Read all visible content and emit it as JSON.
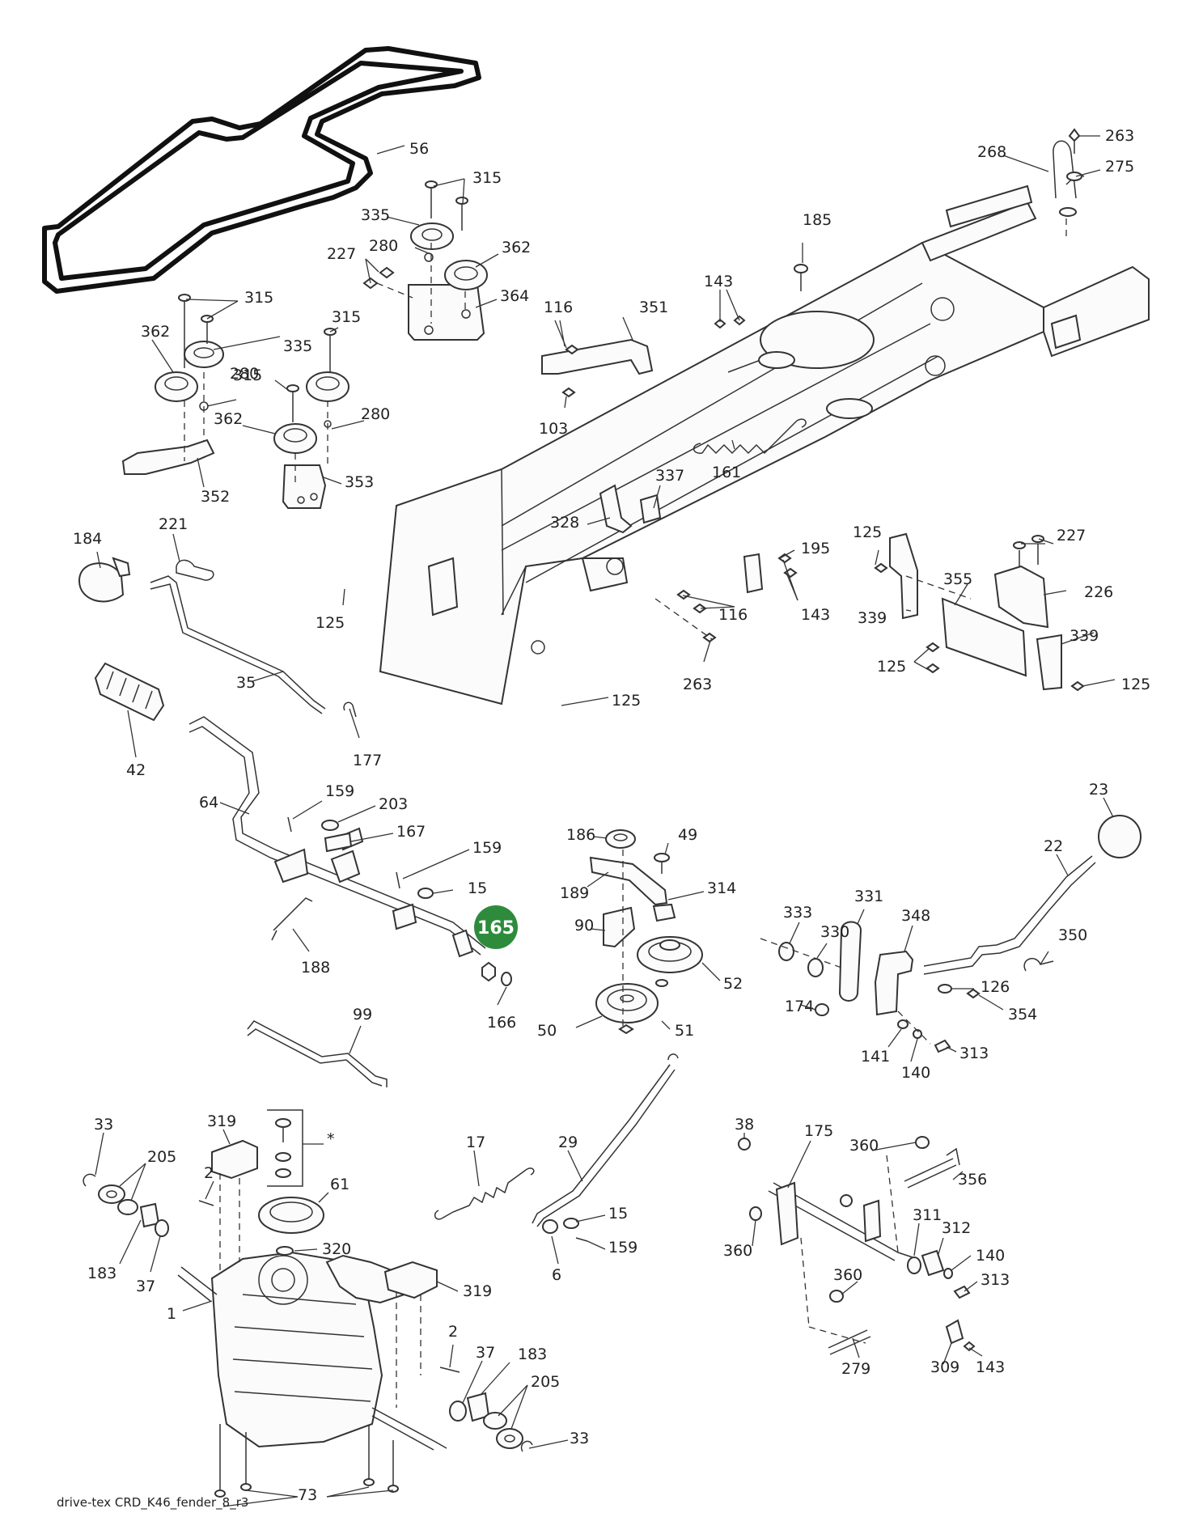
{
  "caption": "drive-tex CRD_K46_fender_8_r3",
  "highlight": {
    "number": "165",
    "color": "#2e8b3c"
  },
  "footnote_marker": "*",
  "colors": {
    "line": "#333333",
    "background": "#ffffff",
    "highlight": "#2e8b3c"
  },
  "callouts": [
    {
      "n": "56"
    },
    {
      "n": "315"
    },
    {
      "n": "335"
    },
    {
      "n": "280"
    },
    {
      "n": "362"
    },
    {
      "n": "227"
    },
    {
      "n": "364"
    },
    {
      "n": "315"
    },
    {
      "n": "362"
    },
    {
      "n": "335"
    },
    {
      "n": "315"
    },
    {
      "n": "280"
    },
    {
      "n": "315"
    },
    {
      "n": "362"
    },
    {
      "n": "280"
    },
    {
      "n": "352"
    },
    {
      "n": "353"
    },
    {
      "n": "268"
    },
    {
      "n": "263"
    },
    {
      "n": "275"
    },
    {
      "n": "185"
    },
    {
      "n": "143"
    },
    {
      "n": "116"
    },
    {
      "n": "351"
    },
    {
      "n": "103"
    },
    {
      "n": "161"
    },
    {
      "n": "337"
    },
    {
      "n": "328"
    },
    {
      "n": "184"
    },
    {
      "n": "221"
    },
    {
      "n": "125"
    },
    {
      "n": "35"
    },
    {
      "n": "42"
    },
    {
      "n": "177"
    },
    {
      "n": "195"
    },
    {
      "n": "143"
    },
    {
      "n": "116"
    },
    {
      "n": "263"
    },
    {
      "n": "125"
    },
    {
      "n": "125"
    },
    {
      "n": "227"
    },
    {
      "n": "355"
    },
    {
      "n": "226"
    },
    {
      "n": "339"
    },
    {
      "n": "339"
    },
    {
      "n": "125"
    },
    {
      "n": "125"
    },
    {
      "n": "64"
    },
    {
      "n": "159"
    },
    {
      "n": "203"
    },
    {
      "n": "167"
    },
    {
      "n": "159"
    },
    {
      "n": "15"
    },
    {
      "n": "188"
    },
    {
      "n": "166"
    },
    {
      "n": "186"
    },
    {
      "n": "49"
    },
    {
      "n": "189"
    },
    {
      "n": "314"
    },
    {
      "n": "90"
    },
    {
      "n": "52"
    },
    {
      "n": "50"
    },
    {
      "n": "51"
    },
    {
      "n": "23"
    },
    {
      "n": "22"
    },
    {
      "n": "331"
    },
    {
      "n": "333"
    },
    {
      "n": "330"
    },
    {
      "n": "348"
    },
    {
      "n": "350"
    },
    {
      "n": "126"
    },
    {
      "n": "354"
    },
    {
      "n": "174"
    },
    {
      "n": "141"
    },
    {
      "n": "140"
    },
    {
      "n": "313"
    },
    {
      "n": "99"
    },
    {
      "n": "33"
    },
    {
      "n": "205"
    },
    {
      "n": "319"
    },
    {
      "n": "2"
    },
    {
      "n": "61"
    },
    {
      "n": "320"
    },
    {
      "n": "183"
    },
    {
      "n": "37"
    },
    {
      "n": "1"
    },
    {
      "n": "319"
    },
    {
      "n": "17"
    },
    {
      "n": "29"
    },
    {
      "n": "15"
    },
    {
      "n": "159"
    },
    {
      "n": "6"
    },
    {
      "n": "38"
    },
    {
      "n": "175"
    },
    {
      "n": "360"
    },
    {
      "n": "356"
    },
    {
      "n": "360"
    },
    {
      "n": "311"
    },
    {
      "n": "312"
    },
    {
      "n": "140"
    },
    {
      "n": "313"
    },
    {
      "n": "360"
    },
    {
      "n": "279"
    },
    {
      "n": "309"
    },
    {
      "n": "143"
    },
    {
      "n": "2"
    },
    {
      "n": "37"
    },
    {
      "n": "183"
    },
    {
      "n": "205"
    },
    {
      "n": "73"
    },
    {
      "n": "33"
    }
  ]
}
